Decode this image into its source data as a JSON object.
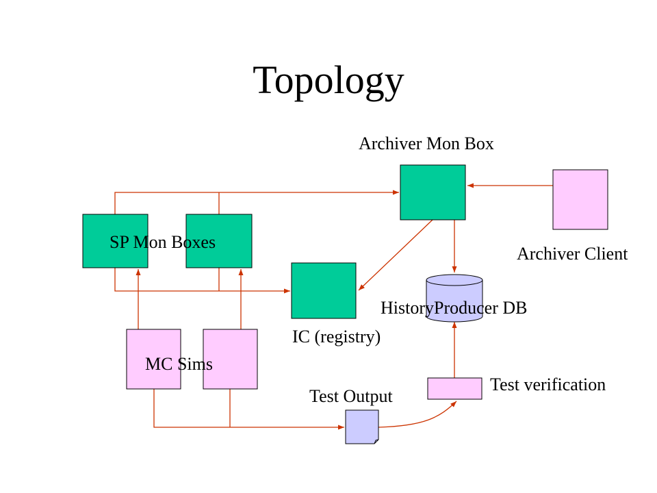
{
  "title": "Topology",
  "labels": {
    "archiver_mon_box": "Archiver Mon Box",
    "archiver_client": "Archiver Client",
    "sp_mon_boxes": "SP Mon Boxes",
    "ic_registry": "IC (registry)",
    "history_producer_db": "HistoryProducer DB",
    "mc_sims": "MC Sims",
    "test_output": "Test Output",
    "test_verification": "Test verification"
  },
  "colors": {
    "monitor_box": "#00cc99",
    "client_box": "#ffccff",
    "database": "#ccccff",
    "document": "#ccccff",
    "connector": "#cc3300",
    "outline": "#000000"
  }
}
